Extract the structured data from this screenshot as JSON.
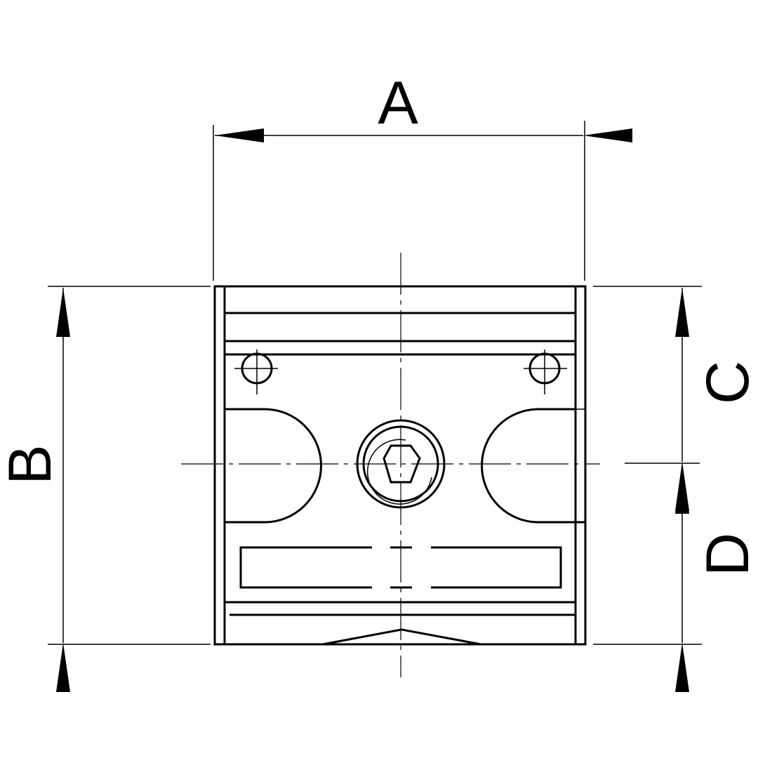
{
  "drawing": {
    "dimensions": [
      {
        "id": "A",
        "label": "A"
      },
      {
        "id": "B",
        "label": "B"
      },
      {
        "id": "C",
        "label": "C"
      },
      {
        "id": "D",
        "label": "D"
      }
    ],
    "colors": {
      "line": "#000000",
      "background": "#ffffff"
    }
  }
}
